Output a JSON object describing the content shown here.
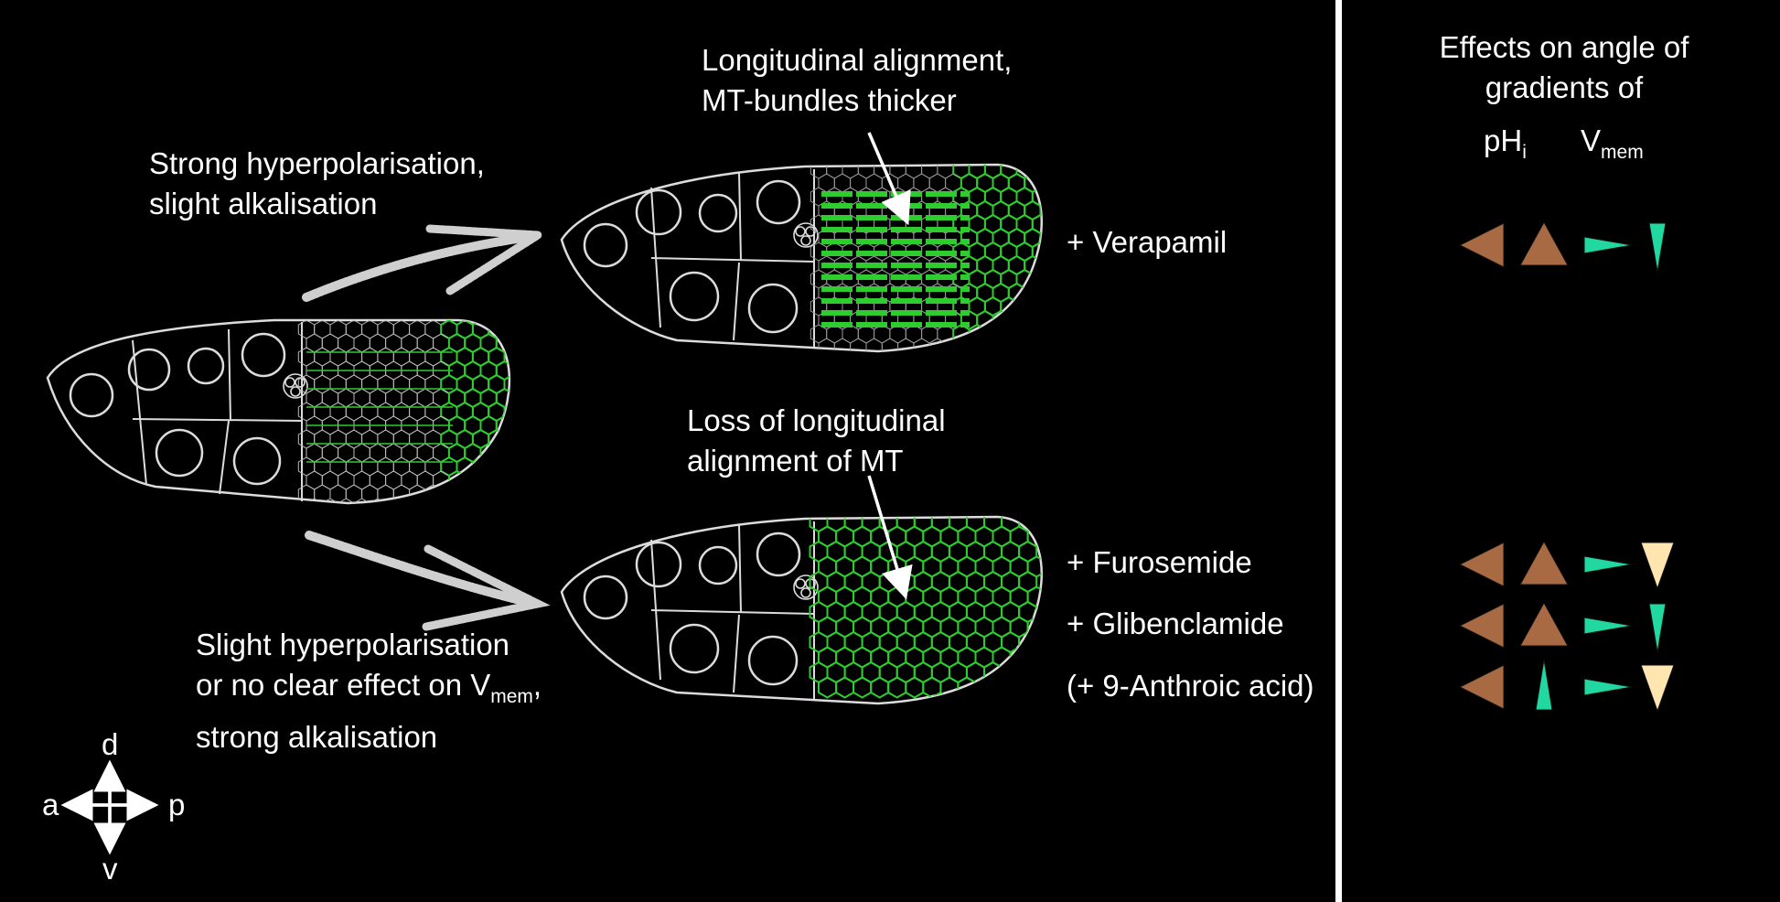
{
  "labels": {
    "top_effect_line1": "Strong hyperpolarisation,",
    "top_effect_line2": "slight alkalisation",
    "top_mt_line1": "Longitudinal alignment,",
    "top_mt_line2": "MT-bundles thicker",
    "bottom_mt_line1": "Loss of longitudinal",
    "bottom_mt_line2": "alignment of MT",
    "bottom_effect_line1": "Slight hyperpolarisation",
    "bottom_effect_line2a": "or no clear effect on V",
    "bottom_effect_line2_sub": "mem",
    "bottom_effect_line2b": ",",
    "bottom_effect_line3": "strong alkalisation"
  },
  "treatments": {
    "verapamil": "+ Verapamil",
    "furosemide": "+ Furosemide",
    "glibenclamide": "+ Glibenclamide",
    "anthroic": "(+ 9-Anthroic acid)"
  },
  "panel": {
    "title_line1": "Effects on angle of",
    "title_line2": "gradients of",
    "ph_base": "pH",
    "ph_sub": "i",
    "v_base": "V",
    "v_sub": "mem"
  },
  "axes": {
    "d": "d",
    "v": "v",
    "a": "a",
    "p": "p"
  },
  "colors": {
    "background": "#000000",
    "outline": "#dcdcdc",
    "microtubule_green": "#2ecc2e",
    "ph_brown": "#a86a42",
    "vmem_teal": "#20d8a0",
    "vmem_cream": "#ffe6b0"
  },
  "gradient_rows": [
    {
      "treatment": "+ Verapamil",
      "ph_dir": "left",
      "ph_angle": "up",
      "vmem_dir": "right",
      "vmem_angle": "down-teal"
    },
    {
      "treatment": "+ Furosemide",
      "ph_dir": "left",
      "ph_angle": "up",
      "vmem_dir": "right",
      "vmem_angle": "down-cream"
    },
    {
      "treatment": "+ Glibenclamide",
      "ph_dir": "left",
      "ph_angle": "up",
      "vmem_dir": "right",
      "vmem_angle": "down-teal"
    },
    {
      "treatment": "(+ 9-Anthroic acid)",
      "ph_dir": "left",
      "ph_angle": "up-teal",
      "vmem_dir": "right",
      "vmem_angle": "down-cream"
    }
  ]
}
